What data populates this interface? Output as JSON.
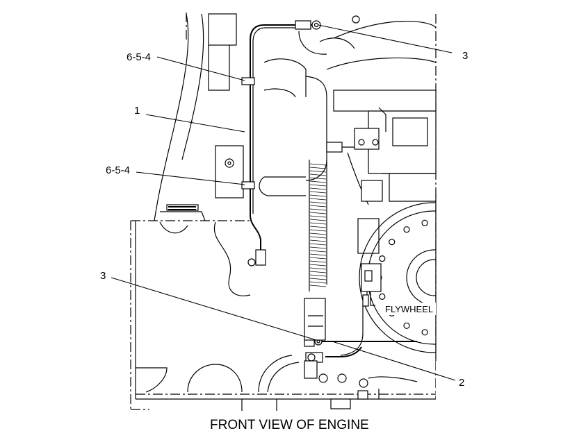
{
  "diagram": {
    "caption": "FRONT VIEW OF ENGINE",
    "component_label": "FLYWHEEL",
    "callouts": [
      {
        "id": "callout-3-top",
        "text": "3"
      },
      {
        "id": "callout-6-5-4-top",
        "text": "6-5-4"
      },
      {
        "id": "callout-1",
        "text": "1"
      },
      {
        "id": "callout-6-5-4-mid",
        "text": "6-5-4"
      },
      {
        "id": "callout-3-left",
        "text": "3"
      },
      {
        "id": "callout-2",
        "text": "2"
      }
    ]
  }
}
